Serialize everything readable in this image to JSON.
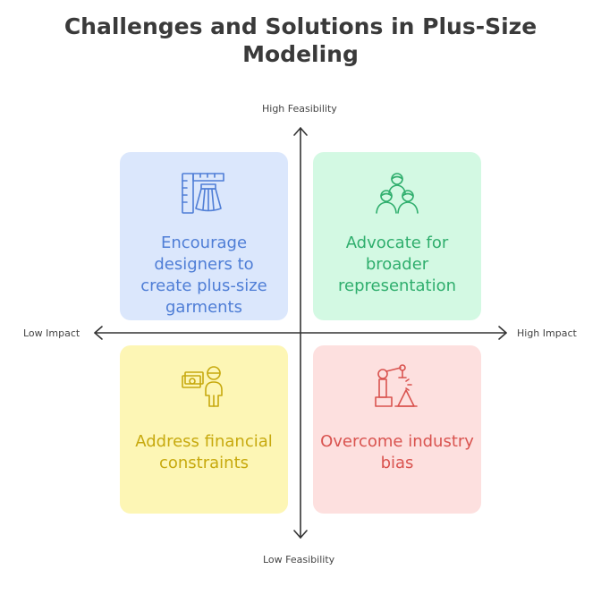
{
  "title": "Challenges and Solutions in Plus-Size Modeling",
  "axes": {
    "top": "High Feasibility",
    "bottom": "Low Feasibility",
    "left": "Low Impact",
    "right": "High Impact"
  },
  "quadrants": [
    {
      "position": "top-left",
      "label": "Encourage designers to create plus-size garments",
      "icon": "tailoring-icon",
      "bg": "#dbe7fc",
      "color": "#4f7ed6"
    },
    {
      "position": "top-right",
      "label": "Advocate for broader representation",
      "icon": "group-icon",
      "bg": "#d3f9e3",
      "color": "#2fae6d"
    },
    {
      "position": "bottom-left",
      "label": "Address financial constraints",
      "icon": "money-person-icon",
      "bg": "#fdf6b5",
      "color": "#c7a90e"
    },
    {
      "position": "bottom-right",
      "label": "Overcome industry bias",
      "icon": "robot-arm-icon",
      "bg": "#fde0df",
      "color": "#d9534f"
    }
  ]
}
